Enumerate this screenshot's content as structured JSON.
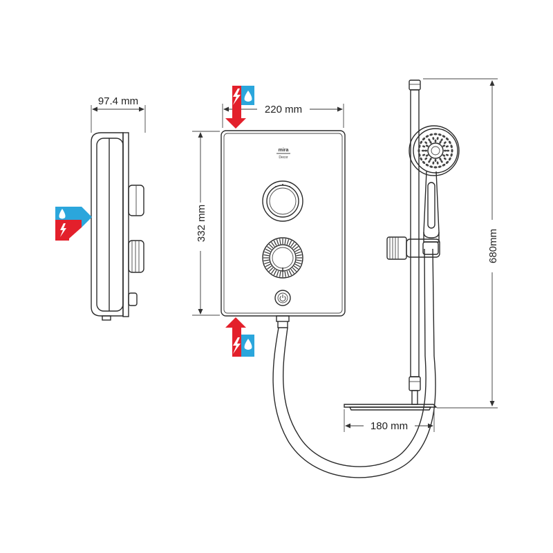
{
  "dimensions": {
    "depth": "97.4 mm",
    "width": "220 mm",
    "height": "332 mm",
    "rail_length": "680mm",
    "soap_dish_width": "180 mm"
  },
  "brand": {
    "logo": "mira",
    "model": "Decor"
  },
  "icons": {
    "power": "power-icon",
    "electric": "lightning-icon",
    "water": "water-drop-icon"
  },
  "colors": {
    "electric_red": "#e3202b",
    "water_blue": "#2ba6dc",
    "line": "#2a2a2a"
  }
}
